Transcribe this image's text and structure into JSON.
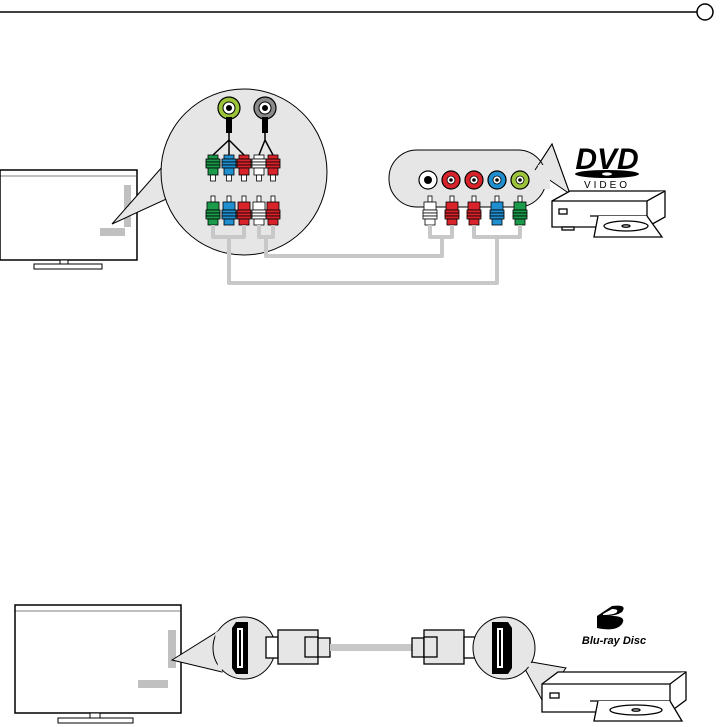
{
  "logos": {
    "dvd_text": "DVD",
    "dvd_sub": "VIDEO",
    "bluray_text": "Blu-ray Disc"
  },
  "colors": {
    "line": "#000000",
    "cable": "#c8c8c8",
    "bubble": "#e6e6e6",
    "green": "#1a9a4a",
    "blue": "#1f8fd0",
    "red": "#d9232a",
    "white": "#ffffff",
    "yellow_green": "#9cc43a",
    "gray": "#8a8a8a"
  },
  "icons": [
    "tv-icon",
    "dvd-player-icon",
    "bluray-player-icon",
    "rca-plug-icon",
    "hdmi-plug-icon",
    "hdmi-port-icon"
  ]
}
